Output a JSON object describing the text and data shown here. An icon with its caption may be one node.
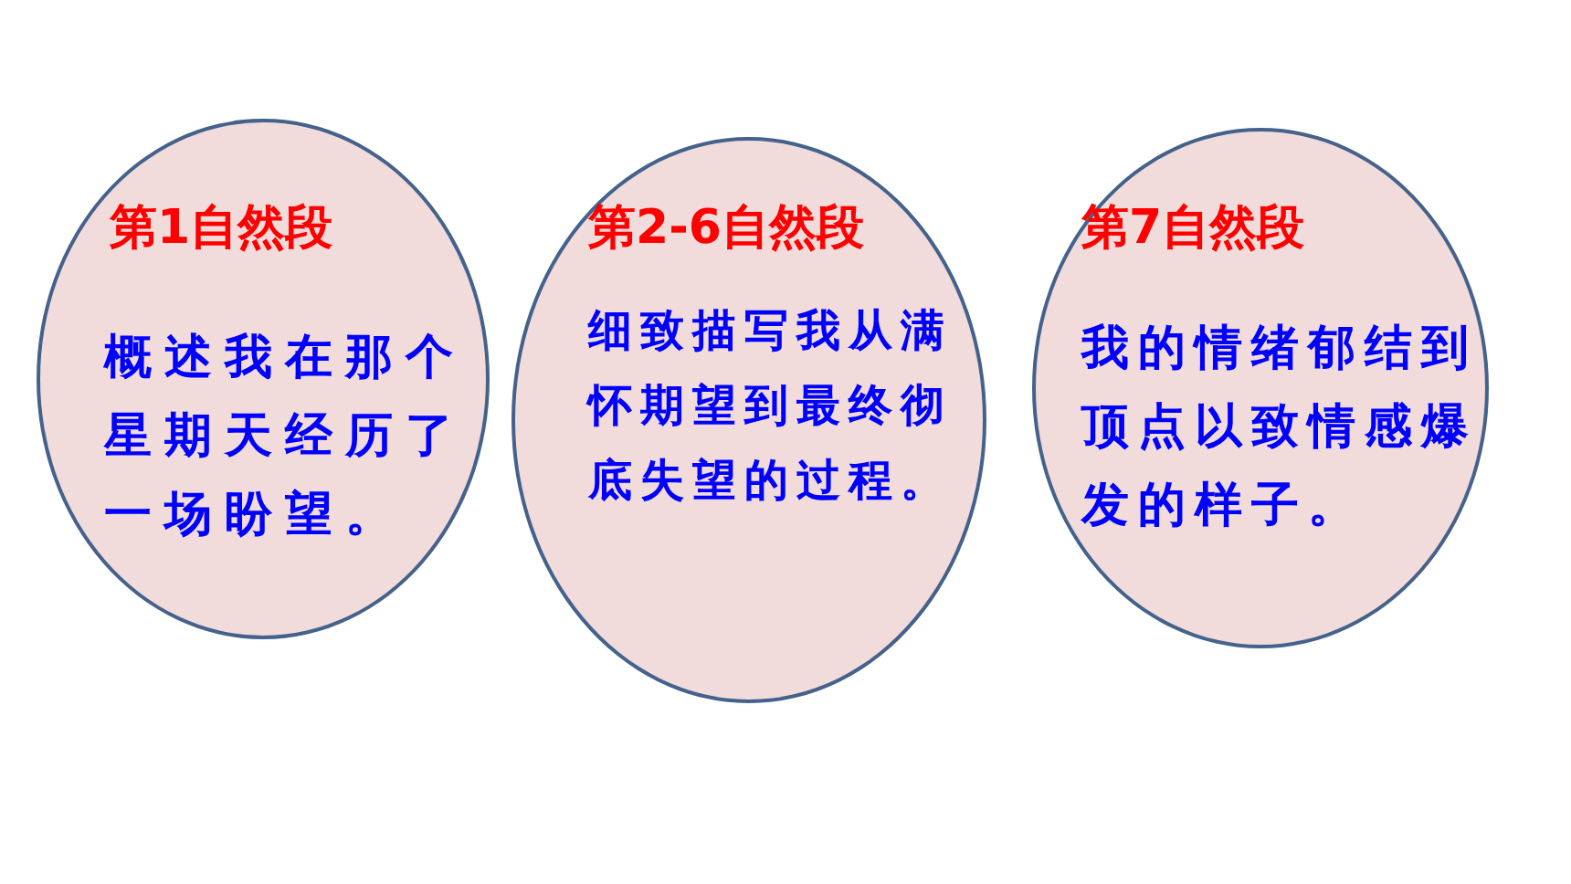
{
  "diagram": {
    "nodes": [
      {
        "text": [
          "第1自然段",
          "概述我在那个星期天经历了一场盼望。"
        ]
      },
      {
        "text": [
          "第2-6自然段",
          "细致描写我从满怀期望到最终彻底失望的过程。"
        ]
      },
      {
        "text": [
          "第7自然段",
          "我的情绪郁结到顶点以致情感爆发的样子。"
        ]
      }
    ],
    "edges": []
  }
}
